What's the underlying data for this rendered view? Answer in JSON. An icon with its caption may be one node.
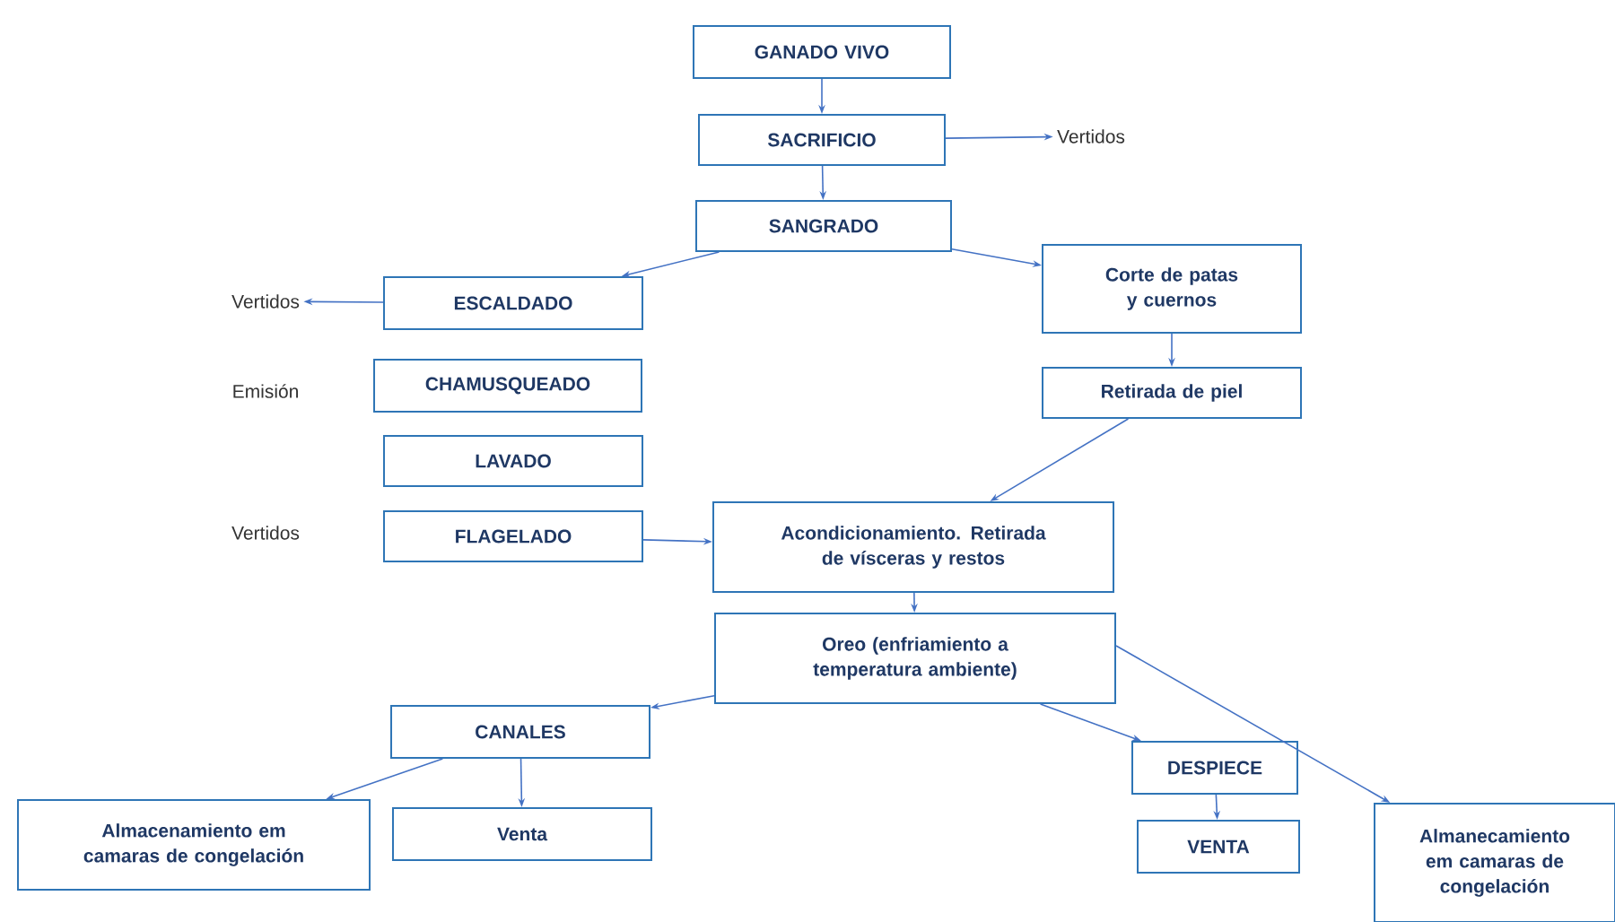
{
  "diagram": {
    "nodes": [
      {
        "text": [
          "GANADO VIVO"
        ]
      },
      {
        "text": [
          "SACRIFICIO"
        ]
      },
      {
        "text": [
          "Vertidos"
        ]
      },
      {
        "text": [
          "SANGRADO"
        ]
      },
      {
        "text": [
          "Vertidos"
        ]
      },
      {
        "text": [
          "ESCALDADO"
        ]
      },
      {
        "text": [
          "Corte de patas y cuernos"
        ]
      },
      {
        "text": [
          "CHAMUSQUEADO"
        ]
      },
      {
        "text": [
          "Retirada de piel"
        ]
      },
      {
        "text": [
          "LAVADO"
        ]
      },
      {
        "text": [
          "FLAGELADO"
        ]
      },
      {
        "text": [
          "Acondicionamiento. Retirada de vísceras y restos"
        ]
      },
      {
        "text": [
          "Oreo (enfriamiento a temperatura ambiente)"
        ]
      },
      {
        "text": [
          "CANALES"
        ]
      },
      {
        "text": [
          "DESPIECE"
        ]
      },
      {
        "text": [
          "Almacenamiento em camaras de congelación"
        ]
      },
      {
        "text": [
          "Venta"
        ]
      },
      {
        "text": [
          "VENTA"
        ]
      },
      {
        "text": [
          "Almanecamiento em camaras de congelación"
        ]
      }
    ],
    "edges": [
      {
        "from": 0,
        "to": 1,
        "arrow": "to"
      },
      {
        "from": 1,
        "to": 2,
        "arrow": "to"
      },
      {
        "from": 1,
        "to": 3,
        "arrow": "to"
      },
      {
        "from": 3,
        "to": 5,
        "arrow": "to"
      },
      {
        "from": 3,
        "to": 6,
        "arrow": "to"
      },
      {
        "from": 5,
        "to": 4,
        "arrow": "to"
      },
      {
        "from": 6,
        "to": 8,
        "arrow": "to"
      },
      {
        "from": 8,
        "to": 11,
        "arrow": "to"
      },
      {
        "from": 10,
        "to": 11,
        "arrow": "to"
      },
      {
        "from": 11,
        "to": 12,
        "arrow": "to"
      },
      {
        "from": 12,
        "to": 13,
        "arrow": "to"
      },
      {
        "from": 12,
        "to": 14,
        "arrow": "to"
      },
      {
        "from": 12,
        "to": 18,
        "arrow": "to"
      },
      {
        "from": 13,
        "to": 15,
        "arrow": "to"
      },
      {
        "from": 13,
        "to": 16,
        "arrow": "to"
      },
      {
        "from": 14,
        "to": 17,
        "arrow": "to"
      }
    ],
    "labels": [
      "Emisión",
      "Vertidos"
    ]
  }
}
